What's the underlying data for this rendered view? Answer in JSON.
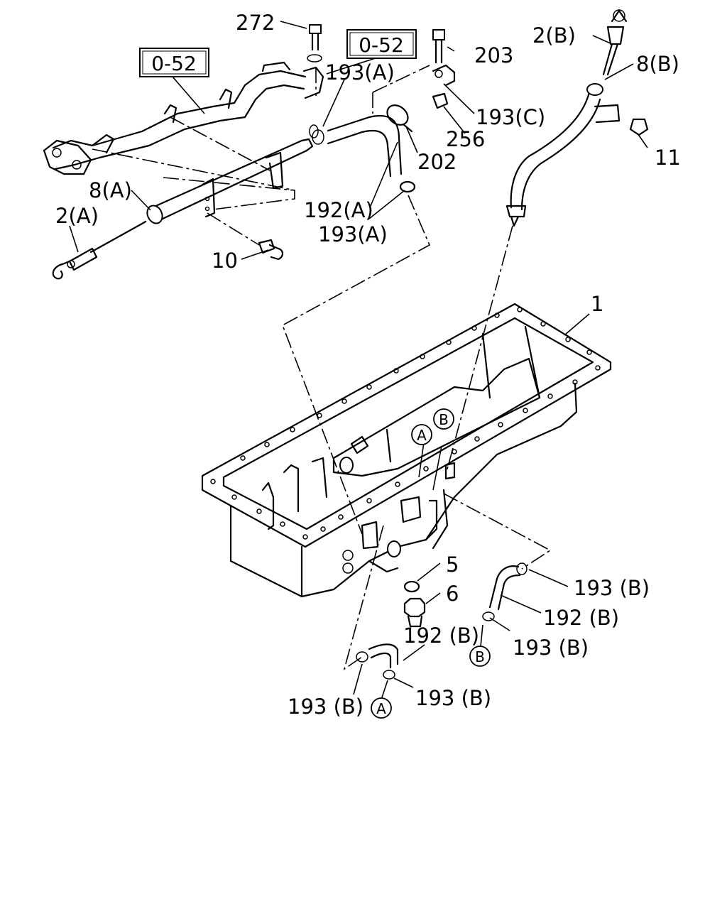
{
  "refs": {
    "ref_left": "0-52",
    "ref_right": "0-52"
  },
  "labels": {
    "l272": "272",
    "l203": "203",
    "l193a_top": "193(A)",
    "l193c": "193(C)",
    "l256": "256",
    "l202": "202",
    "l192a": "192(A)",
    "l193a_mid": "193(A)",
    "l8a": "8(A)",
    "l2a": "2(A)",
    "l10": "10",
    "l2b": "2(B)",
    "l8b": "8(B)",
    "l11": "11",
    "l1": "1",
    "l5": "5",
    "l6": "6",
    "l193b_r1": "193 (B)",
    "l192b_r": "192 (B)",
    "l193b_r2": "193 (B)",
    "l192b_l": "192 (B)",
    "l193b_l": "193 (B)",
    "l193b_bot": "193 (B)"
  },
  "markers": {
    "a_pan": "A",
    "b_pan": "B",
    "b_bottom": "B",
    "a_bottom": "A"
  }
}
